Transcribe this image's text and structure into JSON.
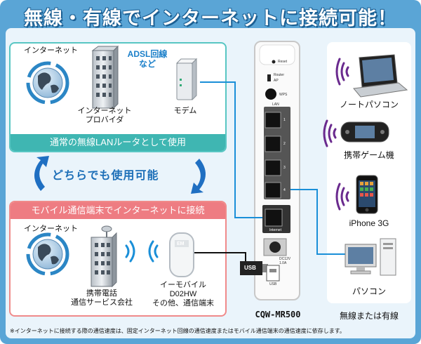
{
  "headline": "無線・有線でインターネットに接続可能！",
  "top_panel": {
    "internet_label": "インターネット",
    "provider_label": "インターネット\nプロバイダ",
    "modem_label": "モデム",
    "adsl_label": "ADSL回線\nなど",
    "band_text": "通常の無線LANルータとして使用"
  },
  "both_label": "どちらでも使用可能",
  "bottom_panel": {
    "band_text": "モバイル通信端末でインターネットに接続",
    "internet_label": "インターネット",
    "carrier_label": "携帯電話\n通信サービス会社",
    "mobile_label": "イーモバイル\nD02HW\nその他、通信端末",
    "mobile_device_mark": "EM"
  },
  "router": {
    "model": "CQW-MR500",
    "labels": {
      "reset": "Reset",
      "router": "Router",
      "ap": "AP",
      "wps": "WPS",
      "lan": "LAN",
      "internet": "Internet",
      "power": "DC12V\n1.0A",
      "usb": "USB",
      "port_numbers": [
        "1",
        "2",
        "3",
        "4"
      ]
    }
  },
  "usb_plug_label": "USB",
  "devices": {
    "items": [
      {
        "name": "notebook-pc",
        "label": "ノートパソコン"
      },
      {
        "name": "game-console",
        "label": "携帯ゲーム機"
      },
      {
        "name": "iphone",
        "label": "iPhone 3G"
      },
      {
        "name": "desktop-pc",
        "label": "パソコン"
      }
    ],
    "footer": "無線または有線"
  },
  "footnote": "※インターネットに接続する際の通信速度は、固定インターネット回線の通信速度またはモバイル通信端末の通信速度に依存します。",
  "colors": {
    "frame": "#5aa5d6",
    "teal": "#3fb6b2",
    "pink": "#ee7c82",
    "cable": "#1a8fd8",
    "wifi": "#6a2a8e"
  }
}
